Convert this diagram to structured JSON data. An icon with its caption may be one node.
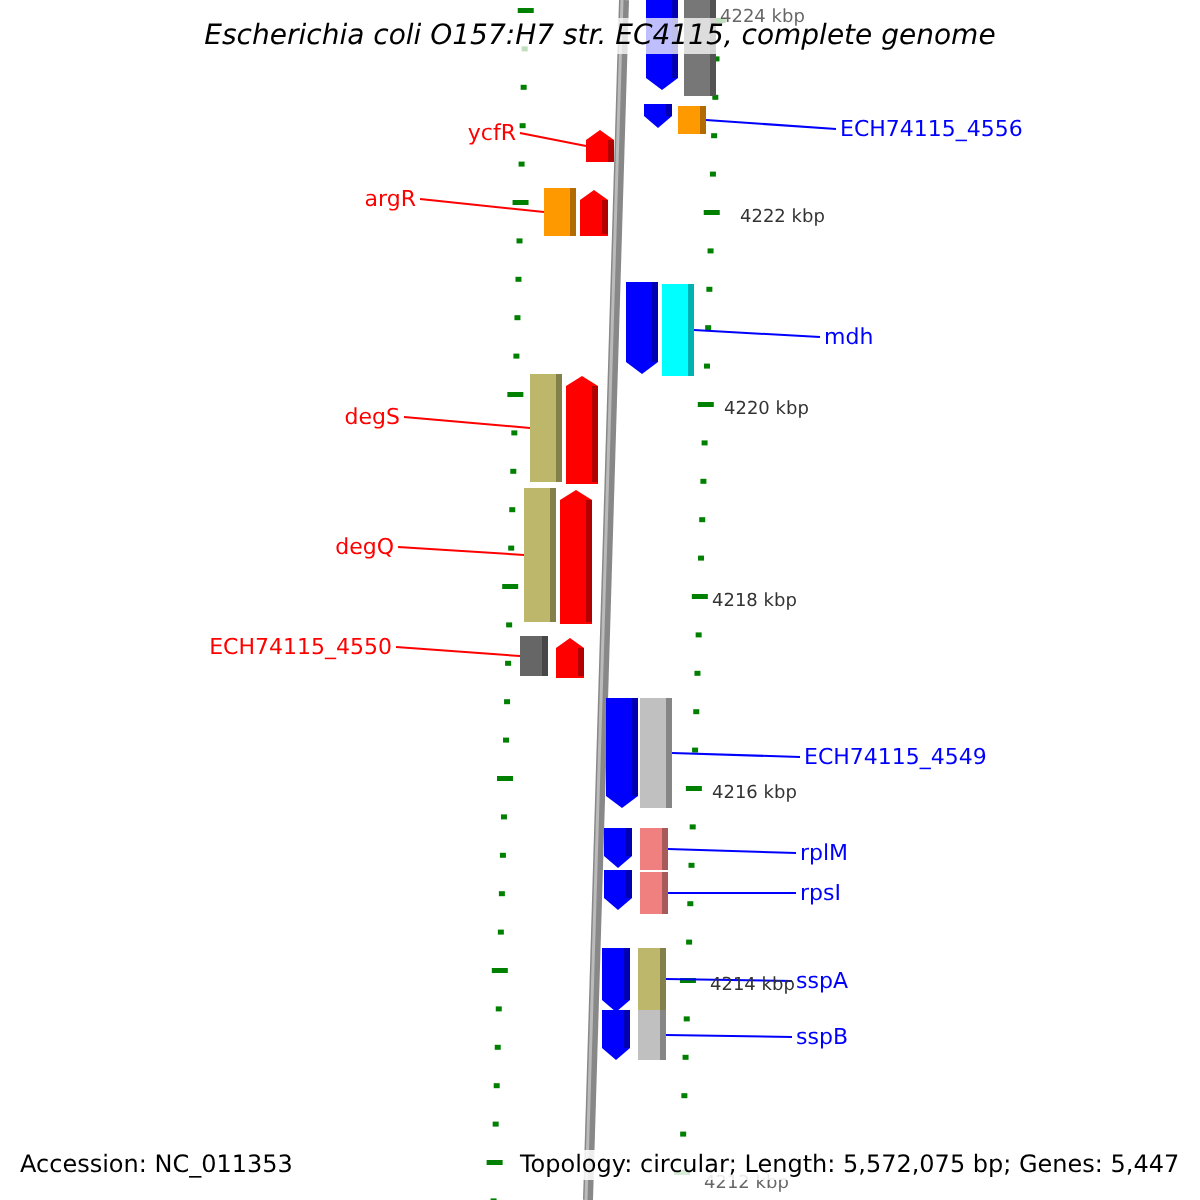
{
  "diagram": {
    "title": "Escherichia coli O157:H7 str. EC4115, complete genome",
    "nodes": [
      {
        "text": [
          "ycfR"
        ]
      },
      {
        "text": [
          "argR"
        ]
      },
      {
        "text": [
          "degS"
        ]
      },
      {
        "text": [
          "degQ"
        ]
      },
      {
        "text": [
          "ECH74115_4550"
        ]
      },
      {
        "text": [
          "ECH74115_4556"
        ]
      },
      {
        "text": [
          "mdh"
        ]
      },
      {
        "text": [
          "ECH74115_4549"
        ]
      },
      {
        "text": [
          "rplM"
        ]
      },
      {
        "text": [
          "rpsI"
        ]
      },
      {
        "text": [
          "sspA"
        ]
      },
      {
        "text": [
          "sspB"
        ]
      },
      {
        "text": [],
        "shape": "bar"
      },
      {
        "text": [],
        "shape": "bar"
      },
      {
        "text": [],
        "shape": "bar"
      },
      {
        "text": [],
        "shape": "bar"
      },
      {
        "text": [],
        "shape": "bar"
      },
      {
        "text": [],
        "shape": "bar"
      },
      {
        "text": [],
        "shape": "bar"
      },
      {
        "text": [],
        "shape": "bar"
      },
      {
        "text": [],
        "shape": "bar"
      },
      {
        "text": [],
        "shape": "bar"
      },
      {
        "text": [],
        "shape": "bar"
      },
      {
        "text": [],
        "shape": "bar"
      }
    ],
    "edges": [
      {
        "from": 0,
        "to": 12,
        "arrow": "none",
        "color": "#ff0000"
      },
      {
        "from": 1,
        "to": 13,
        "arrow": "none",
        "color": "#ff0000"
      },
      {
        "from": 2,
        "to": 14,
        "arrow": "none",
        "color": "#ff0000"
      },
      {
        "from": 3,
        "to": 15,
        "arrow": "none",
        "color": "#ff0000"
      },
      {
        "from": 4,
        "to": 16,
        "arrow": "none",
        "color": "#ff0000"
      },
      {
        "from": 5,
        "to": 17,
        "arrow": "none"
      },
      {
        "from": 6,
        "to": 18,
        "arrow": "none"
      },
      {
        "from": 7,
        "to": 19,
        "arrow": "none"
      },
      {
        "from": 8,
        "to": 20,
        "arrow": "none"
      },
      {
        "from": 9,
        "to": 21,
        "arrow": "none"
      },
      {
        "from": 10,
        "to": 22,
        "arrow": "none"
      },
      {
        "from": 11,
        "to": 23,
        "arrow": "none"
      }
    ],
    "labels": [
      "4224 kbp",
      "4222 kbp",
      "4220 kbp",
      "4218 kbp",
      "4216 kbp",
      "4214 kbp",
      "4212 kbp",
      "Accession: NC_011353",
      "Topology: circular; Length: 5,572,075 bp; Genes: 5,447"
    ]
  }
}
